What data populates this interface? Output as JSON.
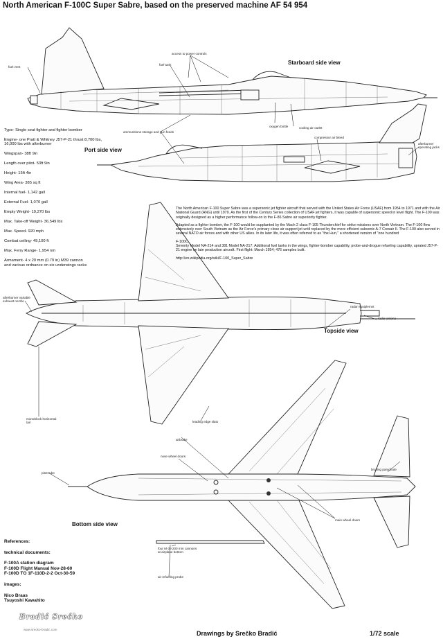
{
  "title": "North American F-100C Super Sabre, based on the preserved machine AF 54 954",
  "views": {
    "starboard": "Starboard side view",
    "port": "Port side view",
    "top": "Topside view",
    "bottom": "Bottom side view"
  },
  "callouts": {
    "fuel_vent": "fuel vent",
    "access_power_controls": "access to power controls",
    "fuel_tank": "fuel tank",
    "ammo_storage": "ammunitions storage and gun feeds",
    "oxygen_bottle": "oxygen bottle",
    "cooling_air_outlet": "cooling air  outlet",
    "compressor_air_bleed": "compressor air bleed",
    "afterburner_jacks": "afterburner\noperating jacks",
    "afterburner_nozzle": "afterburner variable\nexhaust nozzle",
    "radar_equipment": "radar equiplemnt",
    "radar_antena": "radar antena",
    "monoblock_tail": "monoblock horizontal\ntail",
    "leading_edge_slats": "leading edge slats",
    "airbrake": "airbrake",
    "nose_wheel_doors": "nose wheel doors",
    "pitot_tube": "pitot tube",
    "braking_parachute": "braking parachute",
    "main_wheel_doors": "main wheel doors",
    "m39_cannons": "four M-39 200 mm cannons\nat airplane bottom",
    "refueling_probe": "air refueling probe"
  },
  "specs": [
    "Type- Single seat fighter and fighter bomber",
    "Engine- one Pratt & Whitney J57-P-21 thrust 8,700 lbs,\n             16,000 lbs with afterburner",
    "Wingspan- 38ft 9in",
    "Length over pitot- 53ft 9in",
    "Height- 15ft 4in",
    "Wing Area- 385 sq ft",
    "Internal fuel- 1,142 gall",
    "External Fuel- 1,070 gall",
    "Empty Weight- 19,270 lbs",
    "Max. Take-off Weight- 36,549 lbs",
    "Max. Speed- 920 mph",
    "Combat ceiling- 49,100 ft",
    "Max. Ferry Range- 1,954 nm",
    "Armament- 4 x 20 mm (0.79 in) M39 cannon\nand various ordnance on six underwings racks"
  ],
  "description": {
    "p1": "The North American F-100 Super Sabre was a supersonic jet fighter aircraft that served with the United States Air Force (USAF) from 1954 to 1971 and with the Air National Guard (ANG) until 1979. As the first of the Century Series collection of USAF jet fighters, it was capable of supersonic speed in level flight. The F-100 was originally designed as a higher performance follow-on to the F-86 Sabre air superiority fighter.",
    "p2": "Adapted as a fighter bomber, the F-100 would be supplanted by the Mach 2 class F-105 Thunderchief for strike missions over North Vietnam. The F-100 flew extensively over South Vietnam as the Air Force's primary close air support jet until replaced by the more efficient subsonic A-7 Corsair II. The F-100 also served in several NATO air forces and with other US allies. In its later life, it was often referred to as \"the Hun,\" a shortened version of \"one hundred",
    "p3_head": "F-100C",
    "p3": "Seventy Model NA-214 and 381 Model NA-217.  Additional fuel tanks in the wings, fighter-bomber capability, probe-and-drogue refueling capability, uprated J57-P-21 engine on late production aircraft. First flight: March 1954; 476 samples built.",
    "link": "http://en.wikipedia.org/wiki/F-100_Super_Sabre"
  },
  "references": {
    "heading": "References:",
    "docs_heading": "technical documents:",
    "docs": [
      "F-100A station diagram",
      "F-100D Flight Manual Nov-28-60",
      "F-100D TO 1F-110D-2-2 Oct-30-59"
    ],
    "images_heading": "images:",
    "images": [
      "Nico Braas",
      "Tsuyoshi Kawahito"
    ]
  },
  "footer": {
    "credit": "Drawings by Srečko Bradić",
    "scale": "1/72 scale",
    "logo": "Bradić Srećko",
    "url": "www.srecko-bradic.com"
  }
}
